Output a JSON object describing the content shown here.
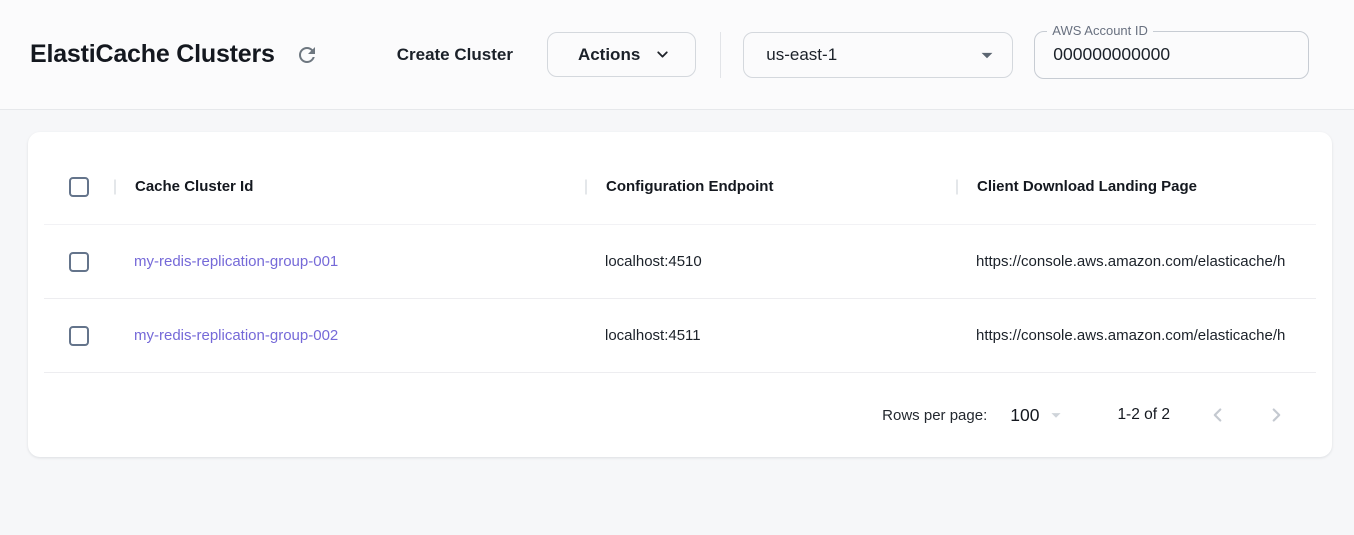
{
  "header": {
    "title": "ElastiCache Clusters",
    "create_cluster_label": "Create Cluster",
    "actions_label": "Actions",
    "region_selected": "us-east-1",
    "account_label": "AWS Account ID",
    "account_value": "000000000000"
  },
  "table": {
    "columns": [
      "Cache Cluster Id",
      "Configuration Endpoint",
      "Client Download Landing Page"
    ],
    "rows": [
      {
        "cache_cluster_id": "my-redis-replication-group-001",
        "configuration_endpoint": "localhost:4510",
        "client_download_landing_page": "https://console.aws.amazon.com/elasticache/h"
      },
      {
        "cache_cluster_id": "my-redis-replication-group-002",
        "configuration_endpoint": "localhost:4511",
        "client_download_landing_page": "https://console.aws.amazon.com/elasticache/h"
      }
    ]
  },
  "pagination": {
    "rows_per_page_label": "Rows per page:",
    "rows_per_page_value": "100",
    "range_label": "1-2 of 2"
  },
  "colors": {
    "link": "#7569d8",
    "topbar_bg": "#fbfbfc",
    "page_bg": "#f6f7f9",
    "checkbox_border": "#64748b"
  }
}
